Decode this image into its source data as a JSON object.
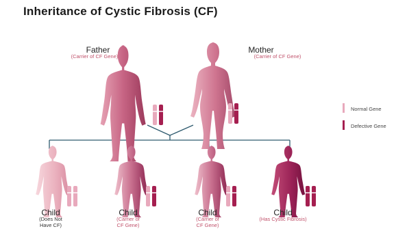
{
  "title": "Inheritance of Cystic Fibrosis (CF)",
  "parents": {
    "father": {
      "name": "Father",
      "status": "(Carrier of CF Gene)"
    },
    "mother": {
      "name": "Mother",
      "status": "(Carrier of CF Gene)"
    }
  },
  "children": [
    {
      "name": "Child",
      "status_line1": "(Does Not",
      "status_line2": "Have CF)"
    },
    {
      "name": "Child",
      "status_line1": "(Carrier of",
      "status_line2": "CF Gene)"
    },
    {
      "name": "Child",
      "status_line1": "(Carrier of",
      "status_line2": "CF Gene)"
    },
    {
      "name": "Child",
      "status_line1": "(Has Cystic Fibrosis)",
      "status_line2": ""
    }
  ],
  "legend": {
    "normal_label": "Normal Gene",
    "defective_label": "Defective Gene"
  },
  "colors": {
    "normal_gene": "#e8a9bc",
    "defective_gene": "#a51f50",
    "figure_light": "#f0c3cd",
    "figure_dark": "#9c2454",
    "lines": "#2e5a6e"
  }
}
